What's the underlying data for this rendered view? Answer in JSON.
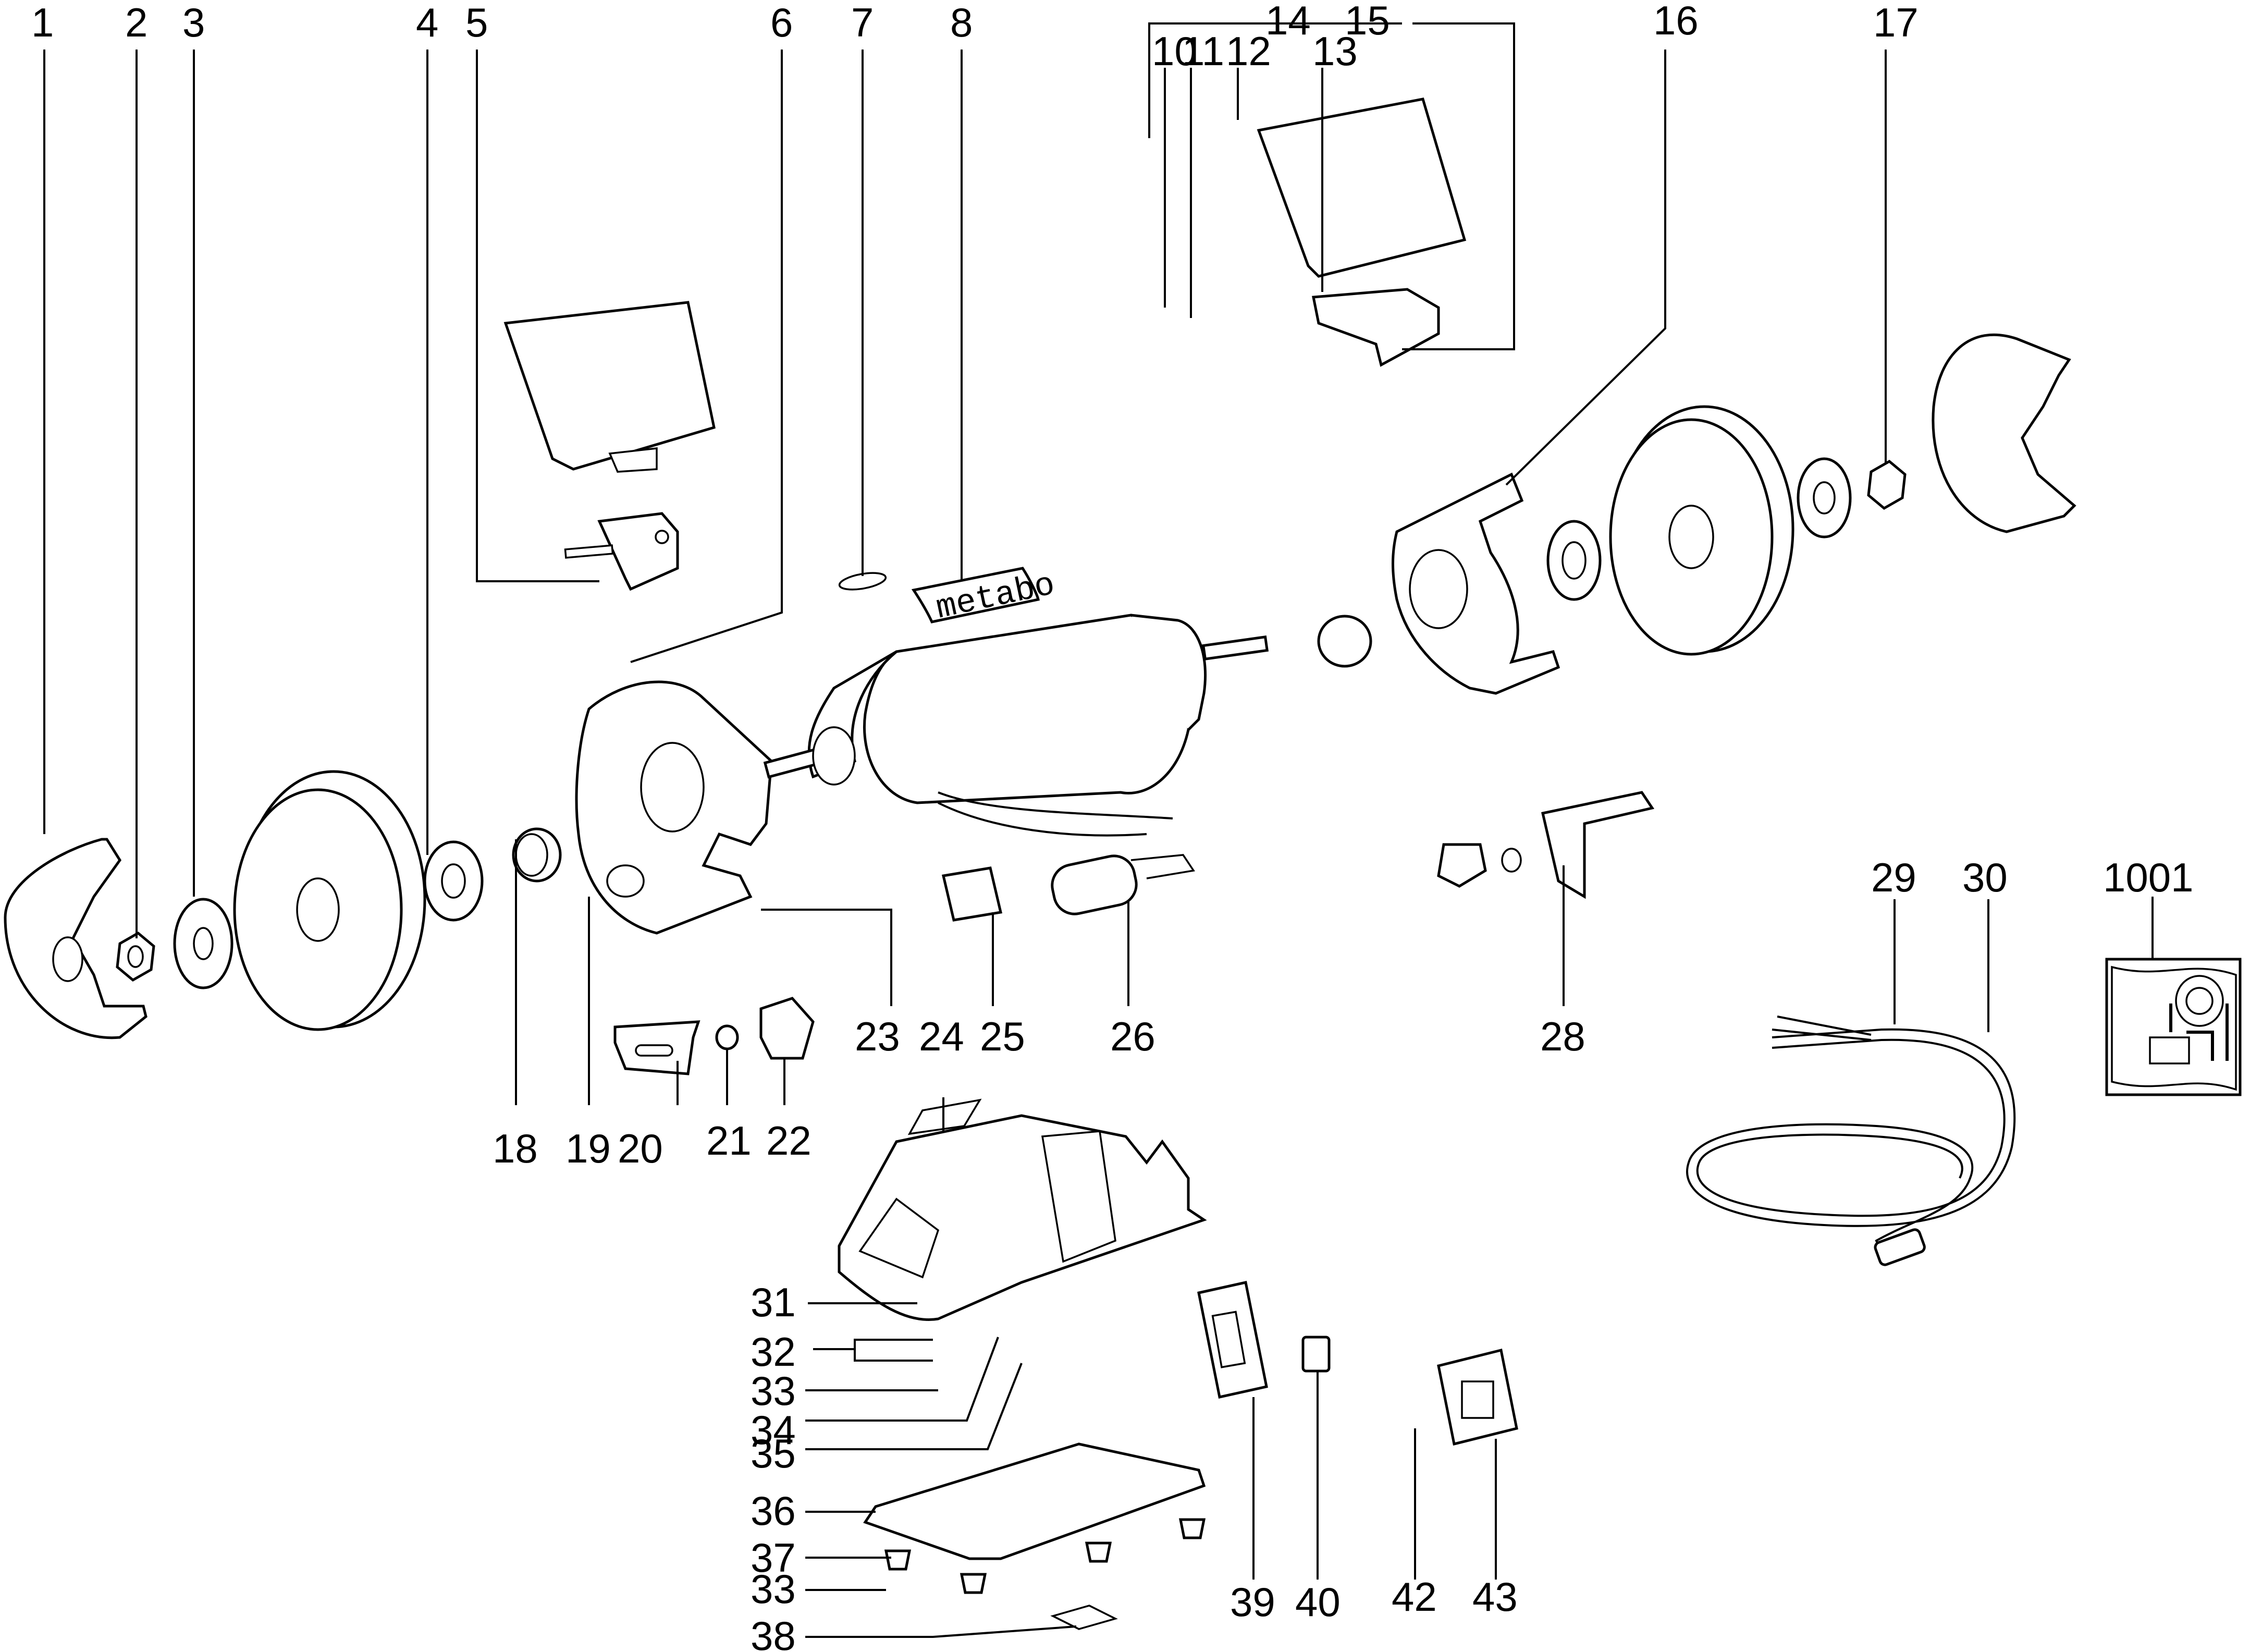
{
  "diagram": {
    "type": "exploded-parts-view",
    "subject": "bench grinder",
    "brand_label": "metabo",
    "accent_color": "#000000",
    "background_color": "#ffffff",
    "callouts": [
      {
        "id": "1",
        "label": "1"
      },
      {
        "id": "2",
        "label": "2"
      },
      {
        "id": "3",
        "label": "3"
      },
      {
        "id": "4",
        "label": "4"
      },
      {
        "id": "5",
        "label": "5"
      },
      {
        "id": "6",
        "label": "6"
      },
      {
        "id": "7",
        "label": "7"
      },
      {
        "id": "8",
        "label": "8"
      },
      {
        "id": "10",
        "label": "10"
      },
      {
        "id": "11",
        "label": "11"
      },
      {
        "id": "12",
        "label": "12"
      },
      {
        "id": "13",
        "label": "13"
      },
      {
        "id": "14",
        "label": "14"
      },
      {
        "id": "15",
        "label": "15"
      },
      {
        "id": "16",
        "label": "16"
      },
      {
        "id": "17",
        "label": "17"
      },
      {
        "id": "18",
        "label": "18"
      },
      {
        "id": "19",
        "label": "19"
      },
      {
        "id": "20",
        "label": "20"
      },
      {
        "id": "21",
        "label": "21"
      },
      {
        "id": "22",
        "label": "22"
      },
      {
        "id": "23",
        "label": "23"
      },
      {
        "id": "24",
        "label": "24"
      },
      {
        "id": "25",
        "label": "25"
      },
      {
        "id": "26",
        "label": "26"
      },
      {
        "id": "28",
        "label": "28"
      },
      {
        "id": "29",
        "label": "29"
      },
      {
        "id": "30",
        "label": "30"
      },
      {
        "id": "31",
        "label": "31"
      },
      {
        "id": "32",
        "label": "32"
      },
      {
        "id": "33a",
        "label": "33"
      },
      {
        "id": "34",
        "label": "34"
      },
      {
        "id": "35",
        "label": "35"
      },
      {
        "id": "36",
        "label": "36"
      },
      {
        "id": "37",
        "label": "37"
      },
      {
        "id": "33b",
        "label": "33"
      },
      {
        "id": "38",
        "label": "38"
      },
      {
        "id": "39",
        "label": "39"
      },
      {
        "id": "40",
        "label": "40"
      },
      {
        "id": "42",
        "label": "42"
      },
      {
        "id": "43",
        "label": "43"
      },
      {
        "id": "1001",
        "label": "1001"
      }
    ]
  }
}
